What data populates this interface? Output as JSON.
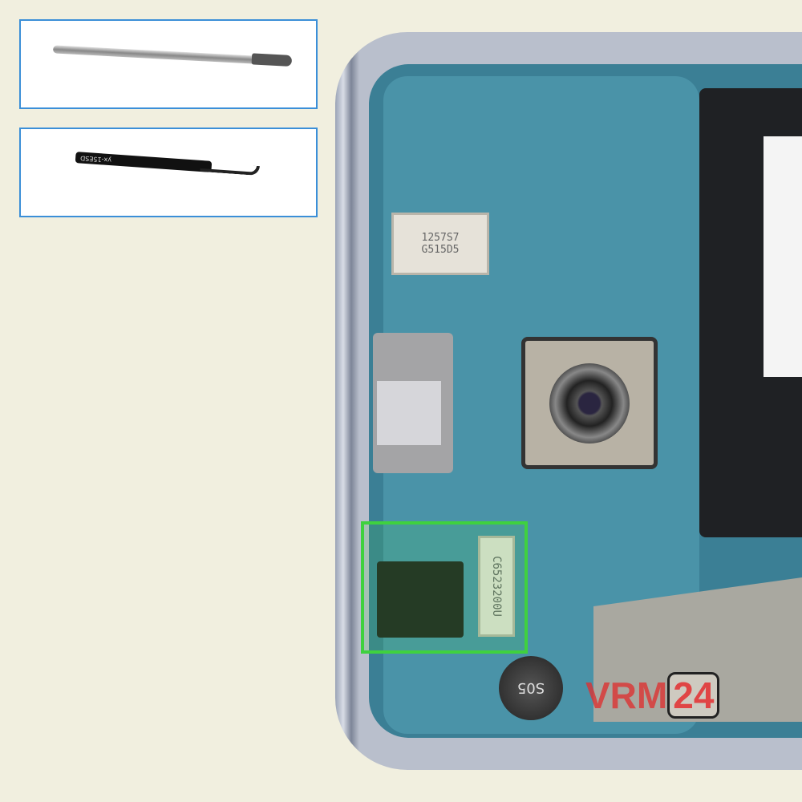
{
  "tools": [
    {
      "name": "spudger"
    },
    {
      "name": "tweezers",
      "marking": "yx-15ESD"
    }
  ],
  "chips": {
    "main_chip": "1257S7\nG515D5",
    "highlighted_chip": "C6523200U",
    "vibration_motor": "S05"
  },
  "highlight_color": "#3fd13f",
  "tool_box_border_color": "#3b8fd8",
  "watermark": {
    "text_prefix": "VRM",
    "text_suffix": "24"
  }
}
